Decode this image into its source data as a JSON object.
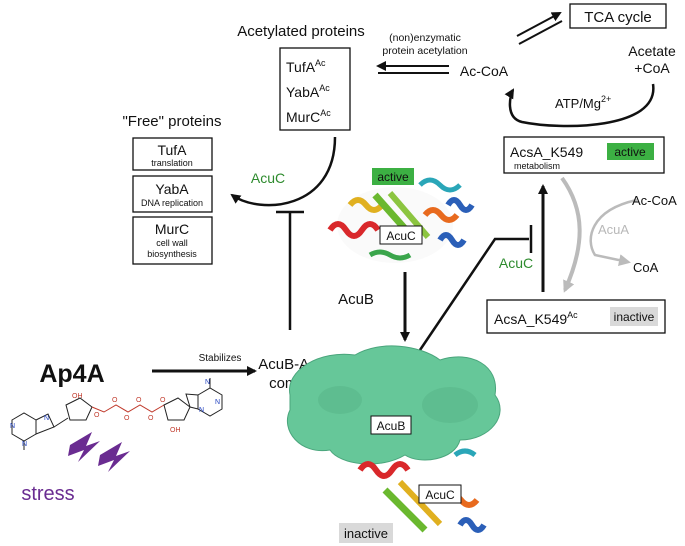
{
  "labels": {
    "tca_cycle": "TCA cycle",
    "acetylated_proteins": "Acetylated proteins",
    "nonenzymatic_line1": "(non)enzymatic",
    "nonenzymatic_line2": "protein acetylation",
    "ac_coa_top": "Ac-CoA",
    "acetate_line1": "Acetate",
    "acetate_line2": "+CoA",
    "atp_mg": "ATP/Mg",
    "atp_mg_sup": "2+",
    "free_proteins": "\"Free\" proteins",
    "acuc_green_left": "AcuC",
    "active_badge_center": "active",
    "acuc_in_protein_top": "AcuC",
    "acuc_in_protein_bottom": "AcuC",
    "acub_label": "AcuB",
    "acub_in_surface": "AcuB",
    "acub_acuc_line1": "AcuB-AcuC",
    "acub_acuc_line2": "complex",
    "stabilizes": "Stabilizes",
    "ap4a": "Ap4A",
    "stress": "stress",
    "inactive_badge_bottom": "inactive",
    "ac_coa_right": "Ac-CoA",
    "acua": "AcuA",
    "coa": "CoA",
    "acuc_green_right": "AcuC"
  },
  "acetylated_box": [
    {
      "name": "TufA",
      "sup": "Ac"
    },
    {
      "name": "YabA",
      "sup": "Ac"
    },
    {
      "name": "MurC",
      "sup": "Ac"
    }
  ],
  "free_boxes": [
    {
      "name": "TufA",
      "desc": [
        "translation"
      ]
    },
    {
      "name": "YabA",
      "desc": [
        "DNA replication"
      ]
    },
    {
      "name": "MurC",
      "desc": [
        "cell wall",
        "biosynthesis"
      ]
    }
  ],
  "acsa_active": {
    "name": "AcsA_K549",
    "badge": "active",
    "desc": "metabolism"
  },
  "acsa_inactive": {
    "name": "AcsA_K549",
    "sup": "Ac",
    "badge": "inactive"
  },
  "colors": {
    "green_text": "#2e8b2e",
    "active_badge": "#3cb043",
    "inactive_badge": "#d9d9d9",
    "surface": "#66c799",
    "stress": "#6a2c91",
    "gray_arrow": "#b8b8b8"
  }
}
